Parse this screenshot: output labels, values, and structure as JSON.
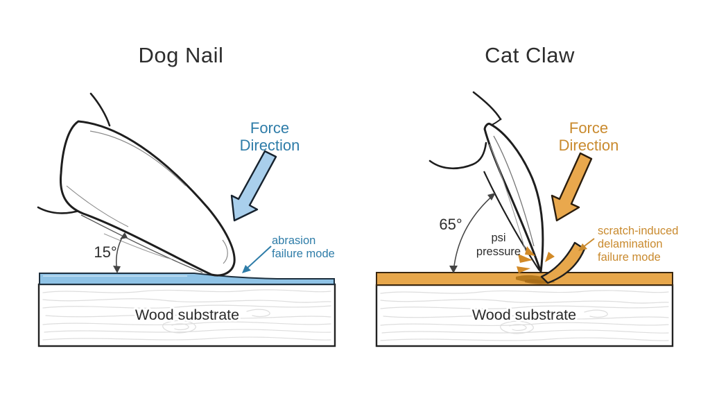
{
  "left": {
    "title": "Dog Nail",
    "force": {
      "line1": "Force",
      "line2": "Direction"
    },
    "angle": "15°",
    "failure": {
      "line1": "abrasion",
      "line2": "failure mode"
    },
    "substrate": "Wood substrate"
  },
  "right": {
    "title": "Cat Claw",
    "force": {
      "line1": "Force",
      "line2": "Direction"
    },
    "angle": "65°",
    "pressure": {
      "line1": "psi",
      "line2": "pressure"
    },
    "failure": {
      "line1": "scratch-induced",
      "line2": "delamination",
      "line3": "failure mode"
    },
    "substrate": "Wood substrate"
  },
  "colors": {
    "accent_blue": "#2e7ca8",
    "arrow_blue_fill": "#a9cfec",
    "coating_blue": "#8fc3e6",
    "accent_orange": "#c98a2e",
    "arrow_orange_fill": "#e9a84d",
    "coating_orange": "#e7a74b",
    "spark_orange": "#d28a27",
    "streak_brown": "#b5791e",
    "ink": "#1e1e1e",
    "label_dark": "#2d2d2d",
    "grain_gray": "#dddddd"
  }
}
